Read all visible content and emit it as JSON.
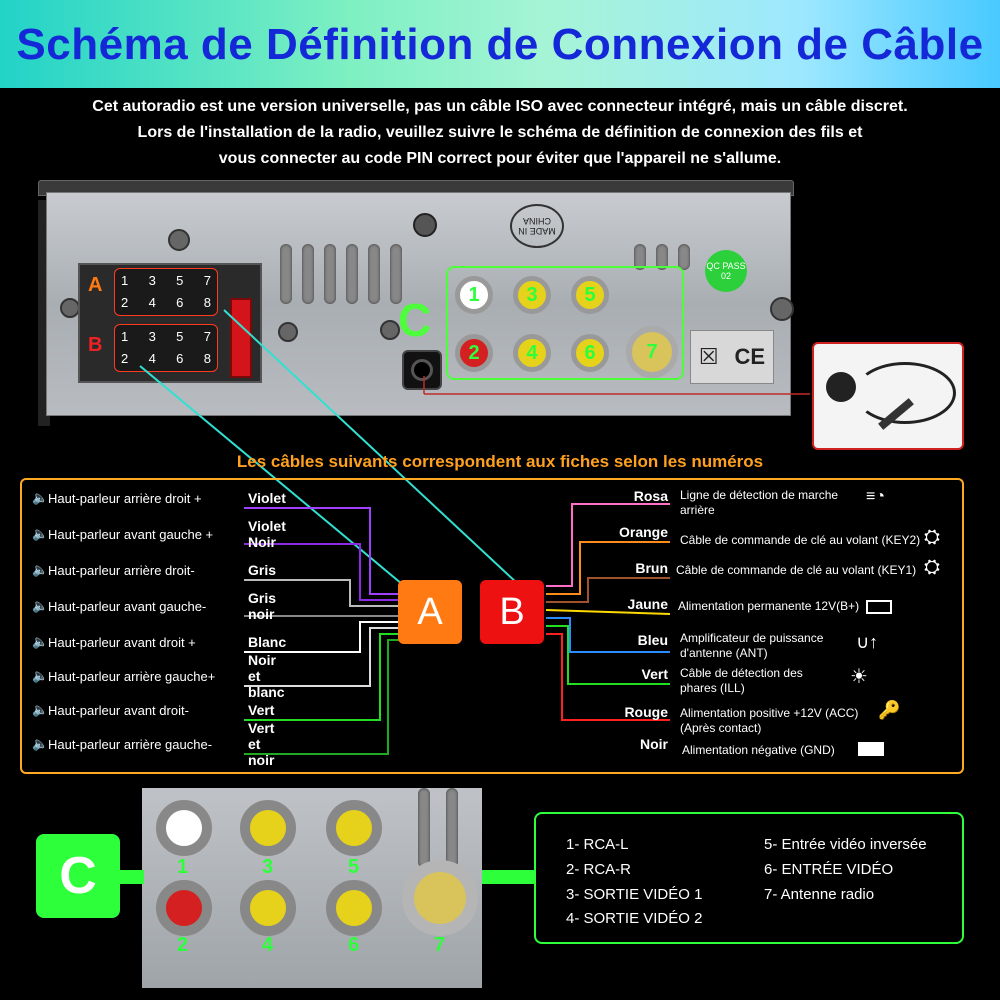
{
  "title": "Schéma de Définition de Connexion de Câble",
  "intro": [
    "Cet autoradio est une version universelle, pas un câble ISO avec connecteur intégré, mais un câble discret.",
    "Lors de l'installation de la radio, veuillez suivre le schéma de définition de connexion des fils et",
    "vous connecter au code PIN correct pour éviter que l'appareil ne s'allume."
  ],
  "radio": {
    "label_a": "A",
    "label_b": "B",
    "label_c": "C",
    "pins_top": [
      "1",
      "3",
      "5",
      "7"
    ],
    "pins_bottom": [
      "2",
      "4",
      "6",
      "8"
    ],
    "made_in": "MADE IN CHINA",
    "qc": "QC PASS 02",
    "rca_numbers": [
      "1",
      "3",
      "5",
      "2",
      "4",
      "6",
      "7"
    ]
  },
  "middle_title": "Les câbles suivants correspondent aux fiches selon les numéros",
  "left_wires": [
    {
      "desc": "Haut-parleur arrière droit +",
      "color_name": "Violet",
      "hex": "#a040ff"
    },
    {
      "desc": "Haut-parleur avant gauche +",
      "color_name": "Violet Noir",
      "hex": "#8a2be2"
    },
    {
      "desc": "Haut-parleur arrière droit-",
      "color_name": "Gris",
      "hex": "#bbbbbb"
    },
    {
      "desc": "Haut-parleur avant gauche-",
      "color_name": "Gris noir",
      "hex": "#888888"
    },
    {
      "desc": "Haut-parleur avant droit +",
      "color_name": "Blanc",
      "hex": "#ffffff"
    },
    {
      "desc": "Haut-parleur arrière gauche+",
      "color_name": "Noir et blanc",
      "hex": "#dddddd"
    },
    {
      "desc": "Haut-parleur avant droit-",
      "color_name": "Vert",
      "hex": "#22dd22"
    },
    {
      "desc": "Haut-parleur arrière gauche-",
      "color_name": "Vert et noir",
      "hex": "#1faa1f"
    }
  ],
  "right_wires": [
    {
      "color_name": "Rosa",
      "desc": "Ligne de détection de marche arrière",
      "hex": "#ff6ec7",
      "icon": "headlight-icon"
    },
    {
      "color_name": "Orange",
      "desc": "Câble de commande de clé au volant (KEY2)",
      "hex": "#ff8c1a",
      "icon": "steering-wheel-icon"
    },
    {
      "color_name": "Brun",
      "desc": "Câble de commande de clé au volant (KEY1)",
      "hex": "#a0522d",
      "icon": "steering-wheel-icon"
    },
    {
      "color_name": "Jaune",
      "desc": "Alimentation permanente 12V(B+)",
      "hex": "#ffd800",
      "icon": "battery-icon"
    },
    {
      "color_name": "Bleu",
      "desc": "Amplificateur de puissance d'antenne (ANT)",
      "hex": "#2a8cff",
      "icon": "antenna-icon"
    },
    {
      "color_name": "Vert",
      "desc": "Câble de détection des phares (ILL)",
      "hex": "#22dd22",
      "icon": "light-icon"
    },
    {
      "color_name": "Rouge",
      "desc": "Alimentation positive +12V (ACC) (Après contact)",
      "hex": "#ff2020",
      "icon": "key-icon"
    },
    {
      "color_name": "Noir",
      "desc": "Alimentation négative (GND)",
      "hex": "#222222",
      "icon": "battery-icon"
    }
  ],
  "badge_a": "A",
  "badge_b": "B",
  "badge_c": "C",
  "colors": {
    "orange_badge": "#ff7a12",
    "red_badge": "#ee1111",
    "green": "#2dff3a",
    "accent_title": "#1428d8"
  },
  "legend": {
    "left": [
      "1- RCA-L",
      "2- RCA-R",
      "3- SORTIE VIDÉO 1",
      "4- SORTIE VIDÉO 2"
    ],
    "right": [
      "5- Entrée vidéo inversée",
      "6- ENTRÉE VIDÉO",
      "7- Antenne radio"
    ]
  },
  "photo_numbers": [
    "1",
    "3",
    "5",
    "2",
    "4",
    "6",
    "7"
  ]
}
